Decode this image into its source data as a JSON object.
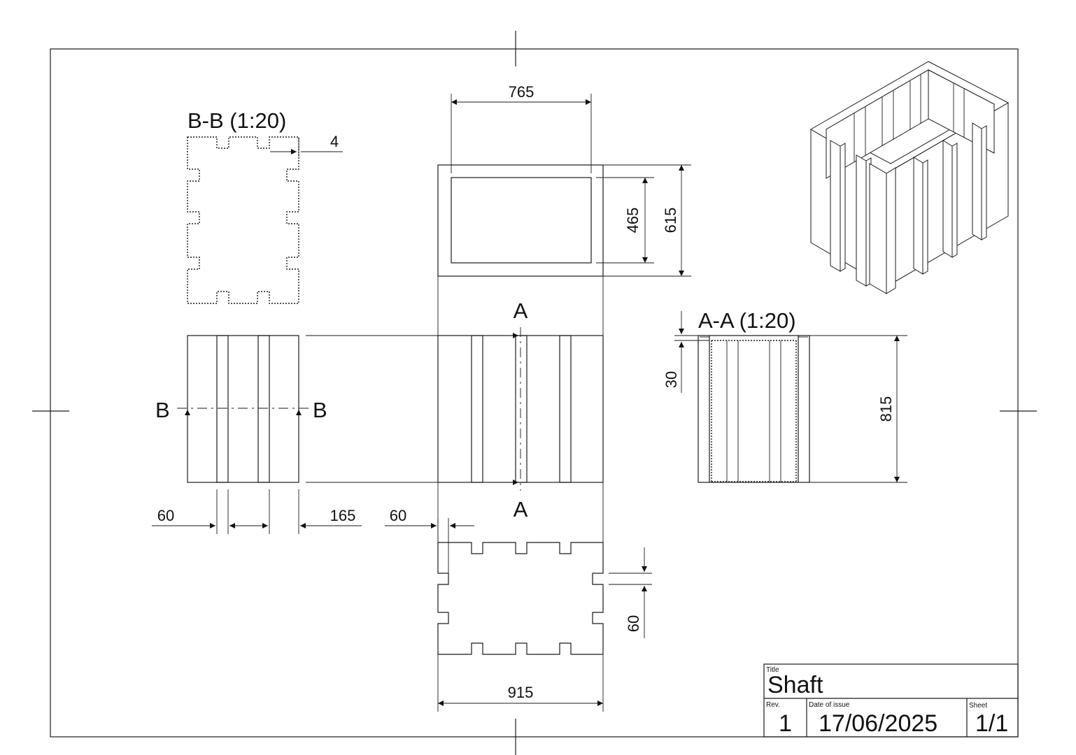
{
  "drawing": {
    "section_bb_title": "B-B (1:20)",
    "section_aa_title": "A-A (1:20)",
    "cut_a_label": "A",
    "cut_b_label": "B"
  },
  "dimensions": {
    "top_width": "765",
    "inner_depth": "465",
    "outer_depth": "615",
    "bb_wall": "4",
    "aa_lip": "30",
    "height": "815",
    "rib_width_left": "60",
    "rib_gap": "165",
    "rib_offset": "60",
    "bottom_rib_depth": "60",
    "bottom_width": "915"
  },
  "title_block": {
    "title_caption": "Title",
    "title_value": "Shaft",
    "rev_caption": "Rev.",
    "rev_value": "1",
    "date_caption": "Date of issue",
    "date_value": "17/06/2025",
    "sheet_caption": "Sheet",
    "sheet_value": "1/1"
  }
}
